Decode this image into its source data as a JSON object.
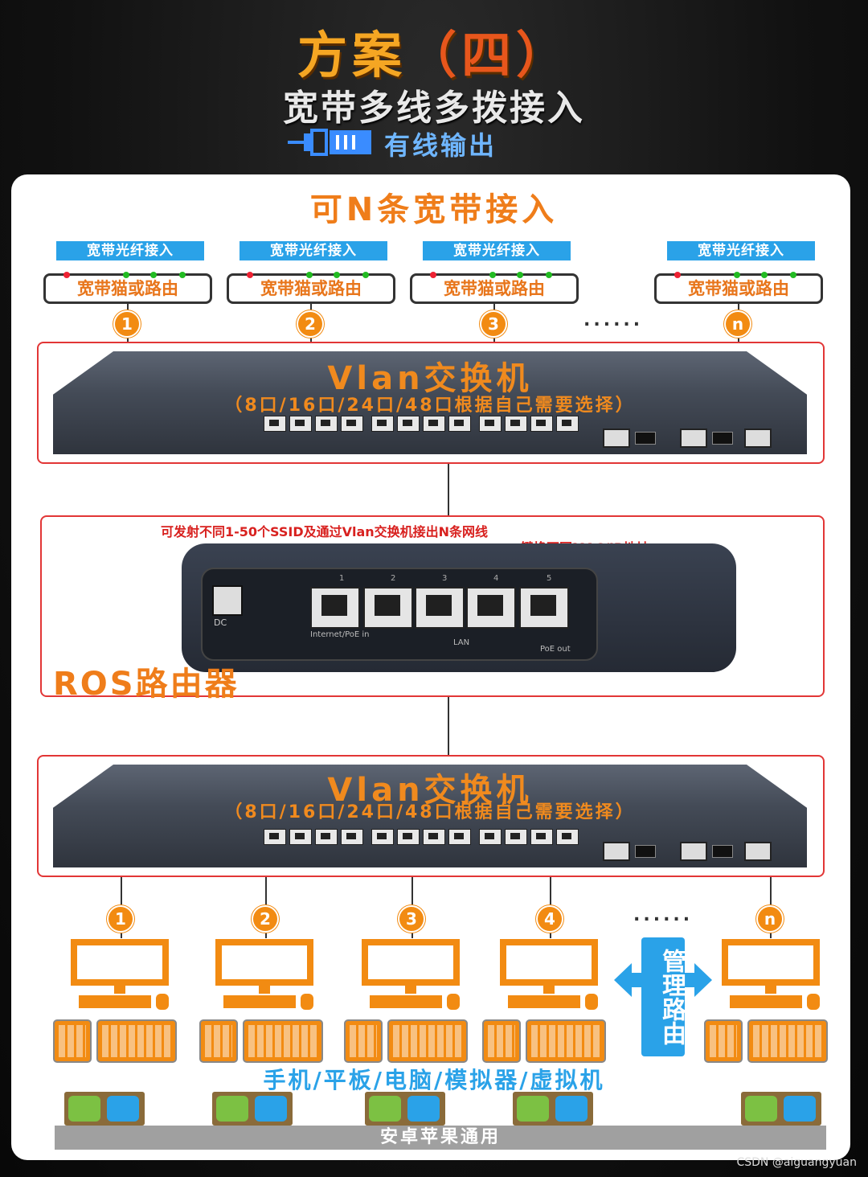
{
  "header": {
    "title_main": "方案",
    "title_paren": "（四）",
    "subtitle": "宽带多线多拨接入",
    "output_label": "有线输出"
  },
  "heading": "可N条宽带接入",
  "fiber_label": "宽带光纤接入",
  "modem_label": "宽带猫或路由",
  "top_badges": [
    "1",
    "2",
    "3",
    "n"
  ],
  "ellipsis": "......",
  "switch": {
    "title": "Vlan交换机",
    "subtitle": "（8口/16口/24口/48口根据自己需要选择）"
  },
  "ros": {
    "note1": "可发射不同1-50个SSID及通过Vlan交换机接出N条网线",
    "note2": "・一键换不同MAC/IP地址",
    "label": "ROS路由器",
    "ports": [
      "1",
      "2",
      "3",
      "4",
      "5"
    ],
    "dc": "DC",
    "port_caption_left": "Internet/PoE in",
    "port_caption_mid": "LAN",
    "port_caption_right": "PoE out"
  },
  "bottom_badges": [
    "1",
    "2",
    "3",
    "4",
    "n"
  ],
  "management": "管理路由",
  "devices_label": "手机/平板/电脑/模拟器/虚拟机",
  "bottom_bar": "安卓苹果通用",
  "watermark": "CSDN @aiguangyuan",
  "colors": {
    "orange": "#f28b12",
    "blue": "#2aa2e8",
    "red": "#e23636"
  }
}
